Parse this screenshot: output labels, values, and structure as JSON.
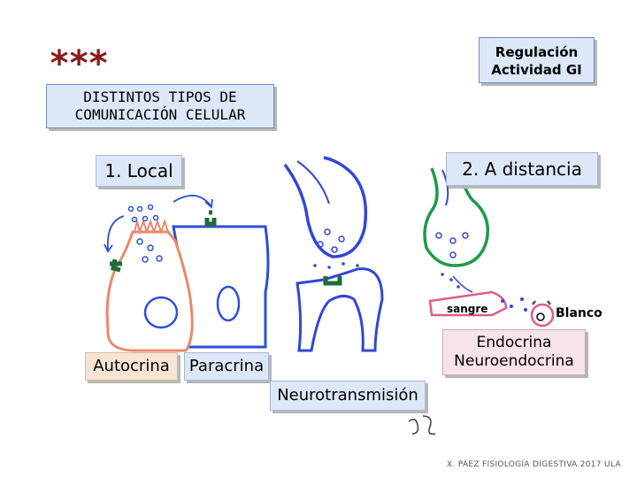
{
  "header": {
    "stars": "***",
    "badge_line1": "Regulación",
    "badge_line2": "Actividad GI",
    "title_line1": "DISTINTOS TIPOS DE",
    "title_line2": "COMUNICACIÓN CELULAR"
  },
  "labels": {
    "local": "1. Local",
    "distancia": "2. A distancia",
    "autocrina": "Autocrina",
    "paracrina": "Paracrina",
    "neurotransmision": "Neurotransmisión",
    "endocrina_line1": "Endocrina",
    "endocrina_line2": "Neuroendocrina",
    "blanco": "Blanco",
    "sangre": "sangre"
  },
  "footer": {
    "credit": "X. PÁEZ  FISIOLOGÍA DIGESTIVA 2017  ULA"
  },
  "colors": {
    "autocrine_cell": "#e88a6a",
    "paracrine_cell": "#2c4fd8",
    "neuron": "#3246d6",
    "neuroendocrine_neuron": "#1e9a4a",
    "receptor": "#1f6b3a",
    "vessel": "#e05a8c",
    "star": "#8b1a1a"
  }
}
